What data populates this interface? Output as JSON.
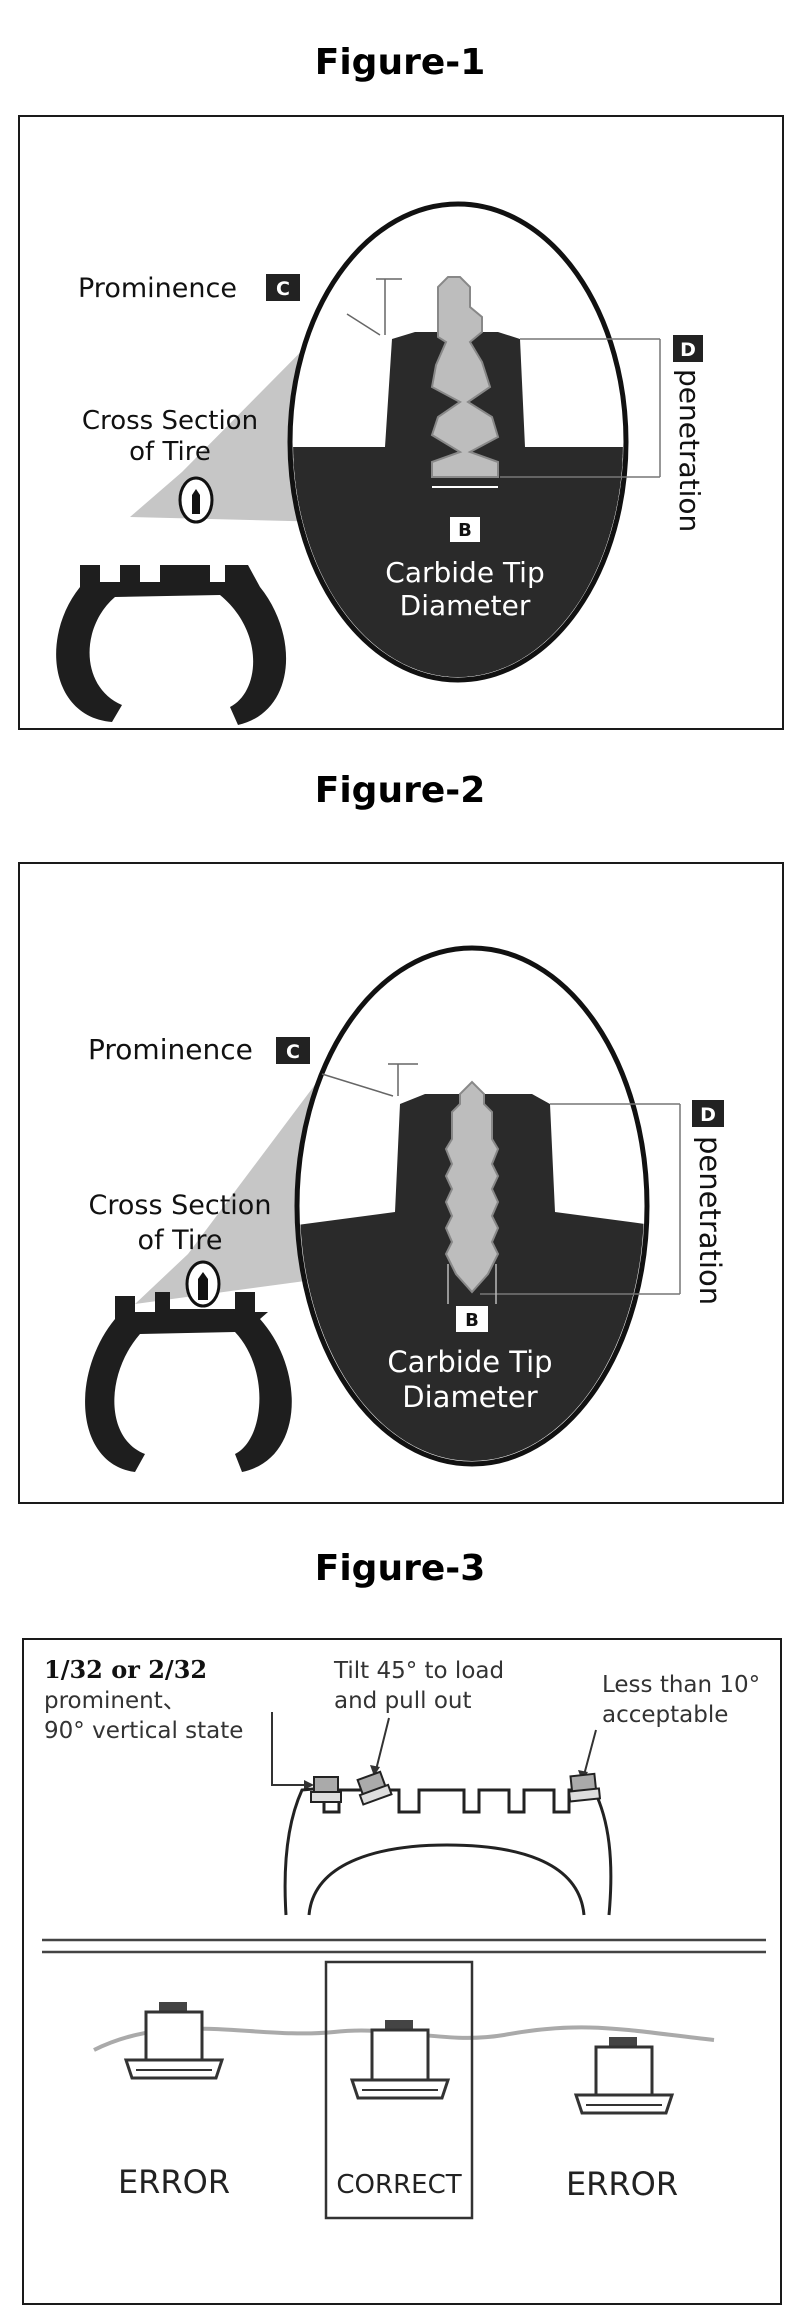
{
  "figures": [
    {
      "title": "Figure-1",
      "labels": {
        "prominence": "Prominence",
        "badge_c": "C",
        "cross_section_line1": "Cross Section",
        "cross_section_line2": "of Tire",
        "badge_d": "D",
        "penetration": "penetration",
        "badge_b": "B",
        "carbide_line1": "Carbide Tip",
        "carbide_line2": "Diameter"
      }
    },
    {
      "title": "Figure-2",
      "labels": {
        "prominence": "Prominence",
        "badge_c": "C",
        "cross_section_line1": "Cross Section",
        "cross_section_line2": "of Tire",
        "badge_d": "D",
        "penetration": "penetration",
        "badge_b": "B",
        "carbide_line1": "Carbide Tip",
        "carbide_line2": "Diameter"
      }
    },
    {
      "title": "Figure-3",
      "labels": {
        "fraction_text": "1/32 or 2/32",
        "prominent_line1": "prominent、",
        "prominent_line2": "90° vertical state",
        "tilt_line1": "Tilt 45° to load",
        "tilt_line2": "and pull out",
        "less_line1": "Less than 10°",
        "less_line2": "acceptable",
        "error_left": "ERROR",
        "correct": "CORRECT",
        "error_right": "ERROR"
      }
    }
  ]
}
